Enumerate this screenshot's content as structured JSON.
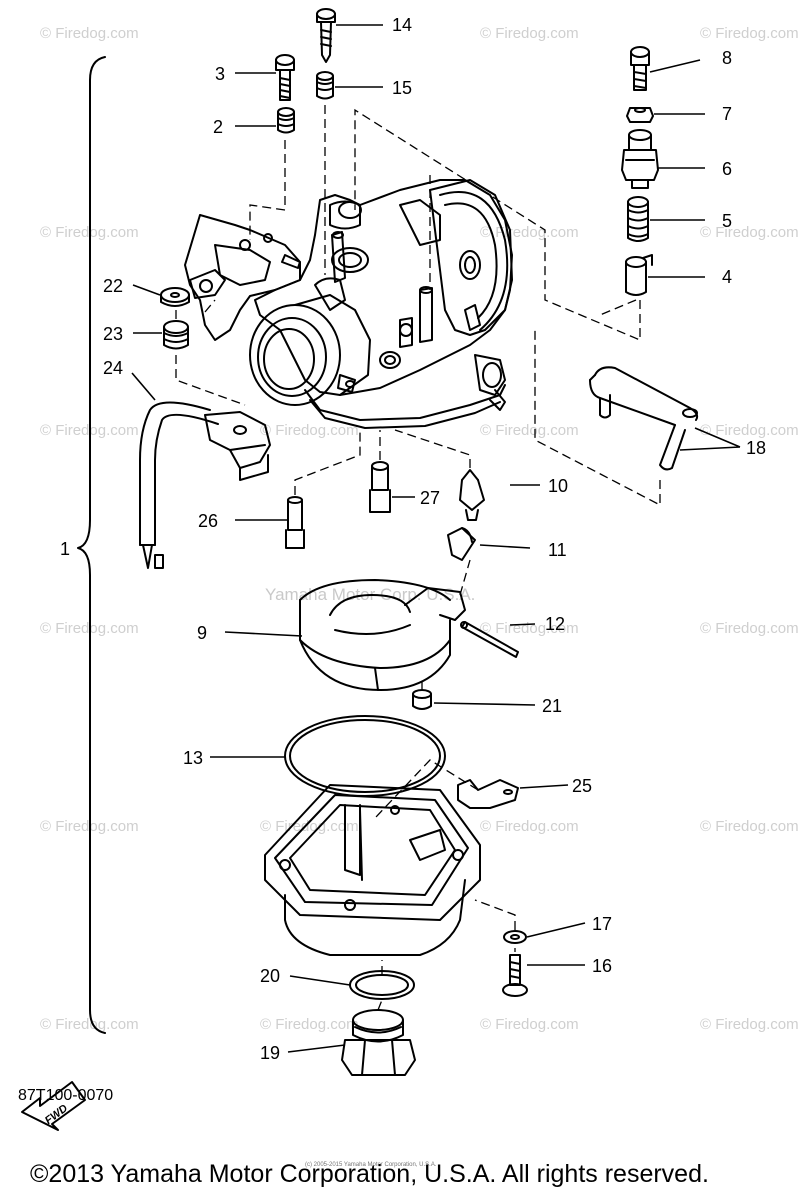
{
  "diagram": {
    "part_numbers": {
      "p1": "1",
      "p2": "2",
      "p3": "3",
      "p4": "4",
      "p5": "5",
      "p6": "6",
      "p7": "7",
      "p8": "8",
      "p9": "9",
      "p10": "10",
      "p11": "11",
      "p12": "12",
      "p13": "13",
      "p14": "14",
      "p15": "15",
      "p16": "16",
      "p17": "17",
      "p18": "18",
      "p19": "19",
      "p20": "20",
      "p21": "21",
      "p22": "22",
      "p23": "23",
      "p24": "24",
      "p25": "25",
      "p26": "26",
      "p27": "27"
    },
    "fwd_label": "FWD",
    "watermark": "© Firedog.com",
    "center_watermark": "Yamaha Motor Corp. U.S.A.",
    "drawing_code": "87T100-0070",
    "fine_print": "(c) 2005-2015 Yamaha Motor Corporation, U.S.A.",
    "copyright": "©2013 Yamaha Motor Corporation, U.S.A. All rights reserved."
  }
}
